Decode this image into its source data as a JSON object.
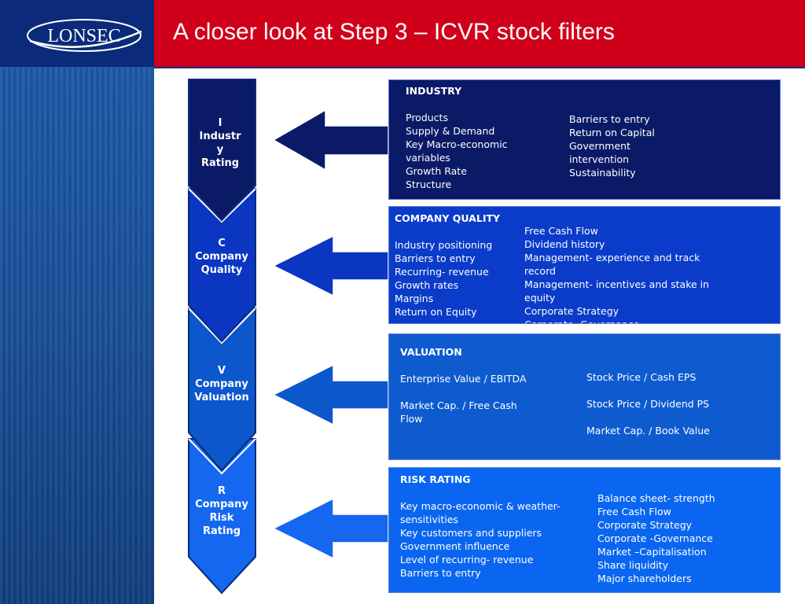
{
  "header": {
    "logo_text": "LONSEC",
    "title": "A closer look at Step 3 – ICVR stock filters"
  },
  "colors": {
    "header_red": "#d0001b",
    "navy": "#0b2a7a",
    "industry_fill": "#0a1a66",
    "quality_fill": "#0a3cc9",
    "valuation_fill": "#0e5bd0",
    "risk_fill": "#0a66f0"
  },
  "stages": [
    {
      "label": "I\nIndustr\ny\nRating"
    },
    {
      "label": "C\nCompany\nQuality"
    },
    {
      "label": "V\nCompany\nValuation"
    },
    {
      "label": "R\nCompany\nRisk\nRating"
    }
  ],
  "boxes": {
    "industry": {
      "heading": "INDUSTRY",
      "left": [
        "Products",
        "Supply & Demand",
        "Key Macro-economic",
        "variables",
        "Growth Rate",
        "Structure"
      ],
      "right": [
        "Barriers to entry",
        "Return on Capital",
        "Government",
        "intervention",
        "Sustainability"
      ]
    },
    "quality": {
      "heading": "COMPANY QUALITY",
      "left": [
        "Industry positioning",
        "Barriers to entry",
        "Recurring- revenue",
        "Growth rates",
        "Margins",
        "Return on Equity"
      ],
      "right": [
        "Free Cash Flow",
        "Dividend history",
        "Management- experience and track",
        "record",
        "Management- incentives and stake in",
        "equity",
        "Corporate Strategy",
        "Corporate- Governance"
      ]
    },
    "valuation": {
      "heading": "VALUATION",
      "left": [
        "Enterprise Value / EBITDA",
        "",
        "Market Cap. / Free Cash",
        "Flow"
      ],
      "right": [
        "Stock Price / Cash EPS",
        "",
        "Stock Price / Dividend PS",
        "",
        "Market Cap. / Book Value"
      ]
    },
    "risk": {
      "heading": "RISK RATING",
      "left": [
        "Key macro-economic & weather-",
        "sensitivities",
        "Key customers and suppliers",
        "Government influence",
        "Level of recurring- revenue",
        "Barriers to entry"
      ],
      "right": [
        "Balance sheet- strength",
        "Free Cash Flow",
        "Corporate Strategy",
        "Corporate -Governance",
        "Market –Capitalisation",
        "Share liquidity",
        "Major shareholders"
      ]
    }
  }
}
